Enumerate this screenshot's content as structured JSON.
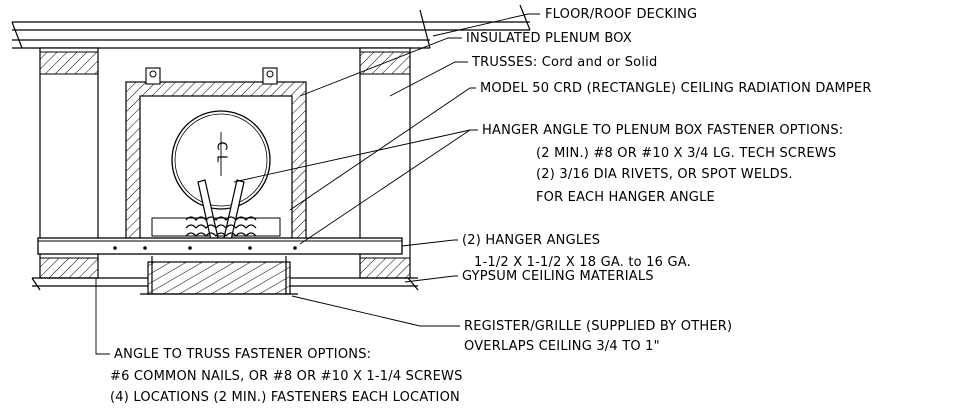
{
  "callouts": {
    "floor_roof_decking": "FLOOR/ROOF DECKING",
    "insulated_plenum_box": "INSULATED PLENUM BOX",
    "trusses": "TRUSSES: Cord and or Solid",
    "damper_model": "MODEL 50 CRD (RECTANGLE) CEILING RADIATION DAMPER",
    "hanger_fastener_title": "HANGER ANGLE TO PLENUM BOX FASTENER OPTIONS:",
    "hanger_fastener_line1": "(2 MIN.) #8 OR #10 X 3/4 LG. TECH SCREWS",
    "hanger_fastener_line2": "(2) 3/16 DIA RIVETS, OR SPOT WELDS.",
    "hanger_fastener_line3": "FOR EACH HANGER ANGLE",
    "hanger_angles_title": "(2) HANGER ANGLES",
    "hanger_angles_size": "1-1/2 X 1-1/2 X 18 GA. to 16 GA.",
    "gypsum_ceiling": "GYPSUM CEILING MATERIALS",
    "register_line1": "REGISTER/GRILLE (SUPPLIED BY OTHER)",
    "register_line2": "OVERLAPS CEILING 3/4 TO 1\"",
    "truss_fastener_title": "ANGLE TO TRUSS FASTENER OPTIONS:",
    "truss_fastener_line1": "#6 COMMON NAILS, OR #8 OR #10 X 1-1/4 SCREWS",
    "truss_fastener_line2": "(4) LOCATIONS (2 MIN.) FASTENERS EACH LOCATION"
  },
  "centerline_mark": "C L"
}
